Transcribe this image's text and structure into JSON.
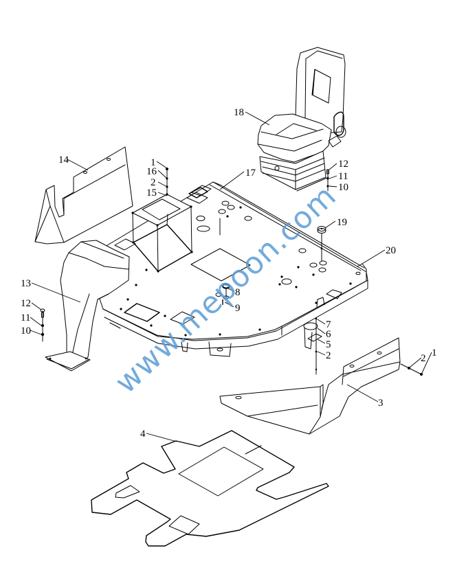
{
  "diagram": {
    "type": "exploded parts diagram",
    "subject": "operator cab floor platform with seat, control pedestal, covers and floor mat",
    "watermark": "www.mepoon.com",
    "watermark_color": "#5b9bd5",
    "line_color": "#000000",
    "background": "#ffffff",
    "callouts": [
      {
        "id": "c1a",
        "label": "1",
        "part": "bolt (pedestal box stack)"
      },
      {
        "id": "c16",
        "label": "16",
        "part": "washer"
      },
      {
        "id": "c2a",
        "label": "2",
        "part": "washer"
      },
      {
        "id": "c15",
        "label": "15",
        "part": "box / compartment"
      },
      {
        "id": "c14",
        "label": "14",
        "part": "left side cover"
      },
      {
        "id": "c13",
        "label": "13",
        "part": "control pedestal"
      },
      {
        "id": "c12a",
        "label": "12",
        "part": "bolt (pedestal)"
      },
      {
        "id": "c11a",
        "label": "11",
        "part": "washer (pedestal)"
      },
      {
        "id": "c10a",
        "label": "10",
        "part": "nut (pedestal)"
      },
      {
        "id": "c17",
        "label": "17",
        "part": "seat base plate"
      },
      {
        "id": "c18",
        "label": "18",
        "part": "operator seat"
      },
      {
        "id": "c12b",
        "label": "12",
        "part": "bolt (seat)"
      },
      {
        "id": "c11b",
        "label": "11",
        "part": "washer (seat)"
      },
      {
        "id": "c10b",
        "label": "10",
        "part": "nut (seat)"
      },
      {
        "id": "c19",
        "label": "19",
        "part": "rubber grommet"
      },
      {
        "id": "c20",
        "label": "20",
        "part": "floor frame"
      },
      {
        "id": "c8",
        "label": "8",
        "part": "plug"
      },
      {
        "id": "c9",
        "label": "9",
        "part": "clip"
      },
      {
        "id": "c7",
        "label": "7",
        "part": "damper"
      },
      {
        "id": "c6",
        "label": "6",
        "part": "bracket"
      },
      {
        "id": "c5",
        "label": "5",
        "part": "plate"
      },
      {
        "id": "c2b",
        "label": "2",
        "part": "washer (bracket)"
      },
      {
        "id": "c2c",
        "label": "2",
        "part": "washer (right cover)"
      },
      {
        "id": "c1b",
        "label": "1",
        "part": "bolt (right cover)"
      },
      {
        "id": "c3",
        "label": "3",
        "part": "right side cover"
      },
      {
        "id": "c4",
        "label": "4",
        "part": "floor mat"
      }
    ]
  }
}
